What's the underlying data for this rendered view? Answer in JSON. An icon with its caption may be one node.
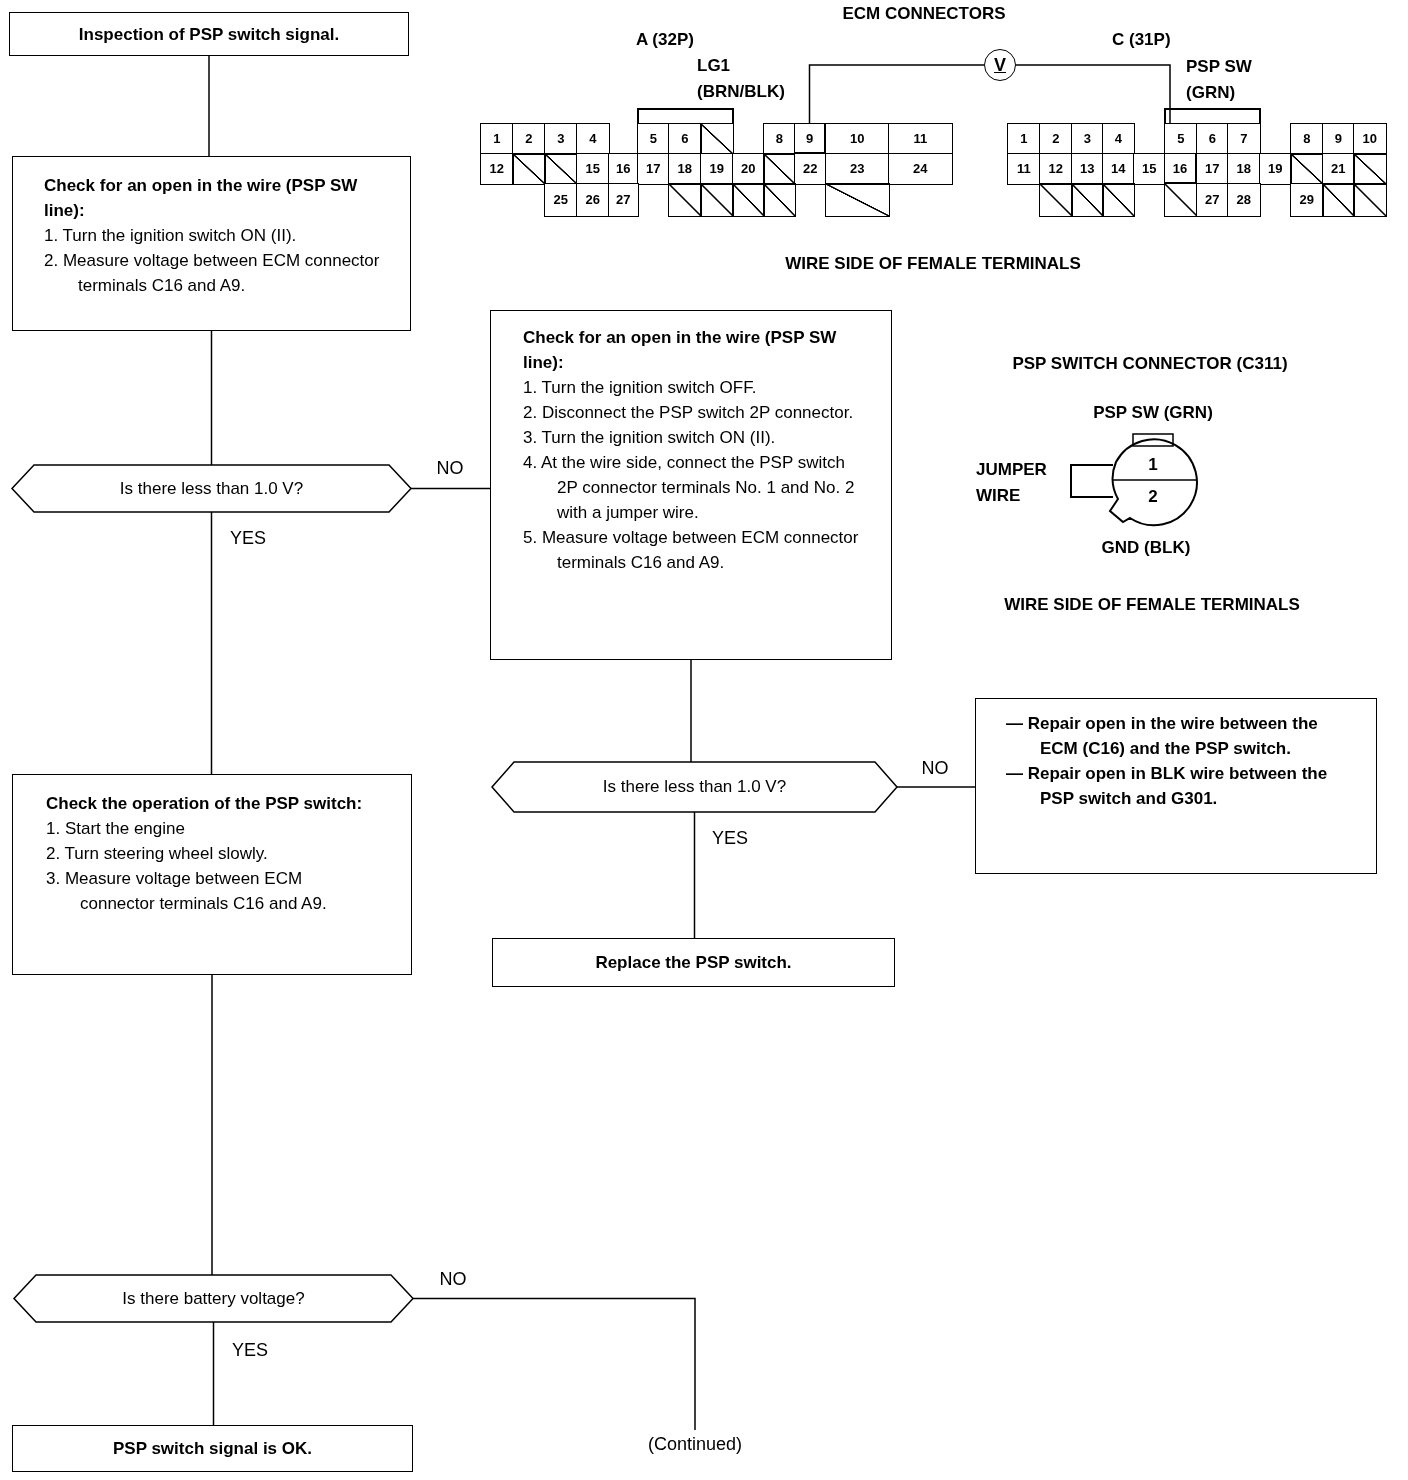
{
  "diagram": {
    "nodes": [
      {
        "text": [
          "Inspection of PSP switch signal."
        ]
      },
      {
        "text": [
          "Check for an open in the wire (PSP SW line):",
          "1. Turn the ignition switch ON (II).",
          "2. Measure voltage between ECM connector terminals C16 and A9."
        ]
      },
      {
        "text": [
          "Is there less than 1.0 V?"
        ]
      },
      {
        "text": [
          "Check for an open in the wire (PSP SW line):",
          "1. Turn the ignition switch OFF.",
          "2. Disconnect the PSP switch 2P connector.",
          "3. Turn the ignition switch ON (II).",
          "4. At the wire side, connect the PSP switch 2P connector terminals No. 1 and No. 2 with a jumper wire.",
          "5. Measure voltage between ECM connector terminals C16 and A9."
        ]
      },
      {
        "text": [
          "Is there less than 1.0 V?"
        ]
      },
      {
        "text": [
          "— Repair open in the wire between the ECM (C16) and the PSP switch.",
          "— Repair open in BLK wire between the PSP switch and G301."
        ]
      },
      {
        "text": [
          "Check the operation of the PSP switch:",
          "1. Start the engine",
          "2. Turn steering wheel slowly.",
          "3. Measure voltage between ECM connector terminals C16 and A9."
        ]
      },
      {
        "text": [
          "Replace the PSP switch."
        ]
      },
      {
        "text": [
          "Is there battery voltage?"
        ]
      },
      {
        "text": [
          "PSP switch signal is OK."
        ]
      },
      {
        "text": [
          "(Continued)"
        ]
      },
      {
        "text": [
          "V"
        ]
      },
      {
        "text": [
          "9"
        ]
      },
      {
        "text": [
          "16"
        ]
      }
    ],
    "edges": [
      {
        "from": 0,
        "to": 1,
        "arrow": "none"
      },
      {
        "from": 1,
        "to": 2,
        "arrow": "none"
      },
      {
        "from": 2,
        "to": 3,
        "arrow": "none",
        "label": "NO"
      },
      {
        "from": 2,
        "to": 6,
        "arrow": "none",
        "label": "YES"
      },
      {
        "from": 3,
        "to": 4,
        "arrow": "none"
      },
      {
        "from": 4,
        "to": 5,
        "arrow": "none",
        "label": "NO"
      },
      {
        "from": 4,
        "to": 7,
        "arrow": "none",
        "label": "YES"
      },
      {
        "from": 6,
        "to": 8,
        "arrow": "none"
      },
      {
        "from": 8,
        "to": 9,
        "arrow": "none",
        "label": "YES"
      },
      {
        "from": 8,
        "to": 10,
        "arrow": "none",
        "label": "NO"
      },
      {
        "from": 11,
        "to": 12,
        "arrow": "none"
      },
      {
        "from": 11,
        "to": 13,
        "arrow": "none"
      }
    ],
    "labels": [
      "ECM CONNECTORS",
      "A (32P)",
      "LG1 (BRN/BLK)",
      "C (31P)",
      "PSP SW (GRN)",
      "1",
      "2",
      "3",
      "4",
      "5",
      "6",
      "8",
      "10",
      "11",
      "12",
      "15",
      "16",
      "17",
      "18",
      "19",
      "20",
      "22",
      "23",
      "24",
      "25",
      "26",
      "27",
      "1",
      "2",
      "3",
      "4",
      "5",
      "6",
      "7",
      "8",
      "9",
      "10",
      "11",
      "12",
      "13",
      "14",
      "15",
      "17",
      "18",
      "19",
      "21",
      "27",
      "28",
      "29",
      "WIRE SIDE OF FEMALE TERMINALS",
      "PSP SWITCH CONNECTOR (C311)",
      "PSP SW (GRN)",
      "JUMPER WIRE",
      "1",
      "2",
      "GND (BLK)",
      "WIRE SIDE OF FEMALE TERMINALS"
    ]
  }
}
